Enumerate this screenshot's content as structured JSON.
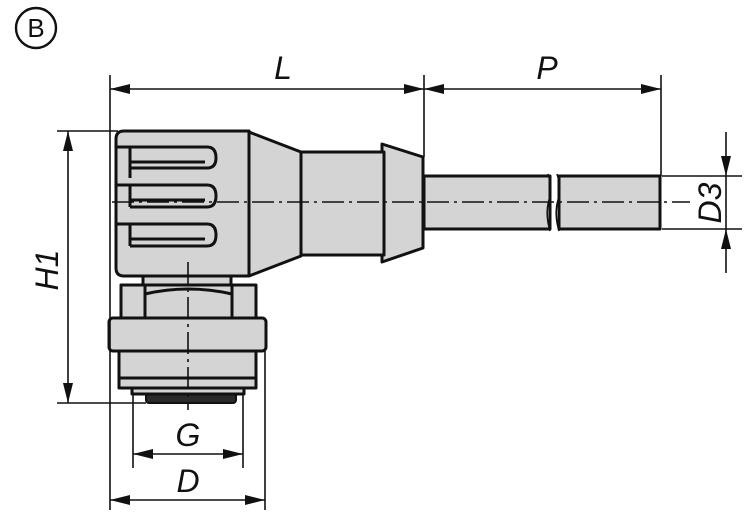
{
  "view_label": "B",
  "dimensions": {
    "length": "L",
    "cable_length": "P",
    "height": "H1",
    "cable_diameter": "D3",
    "thread": "G",
    "diameter": "D"
  }
}
